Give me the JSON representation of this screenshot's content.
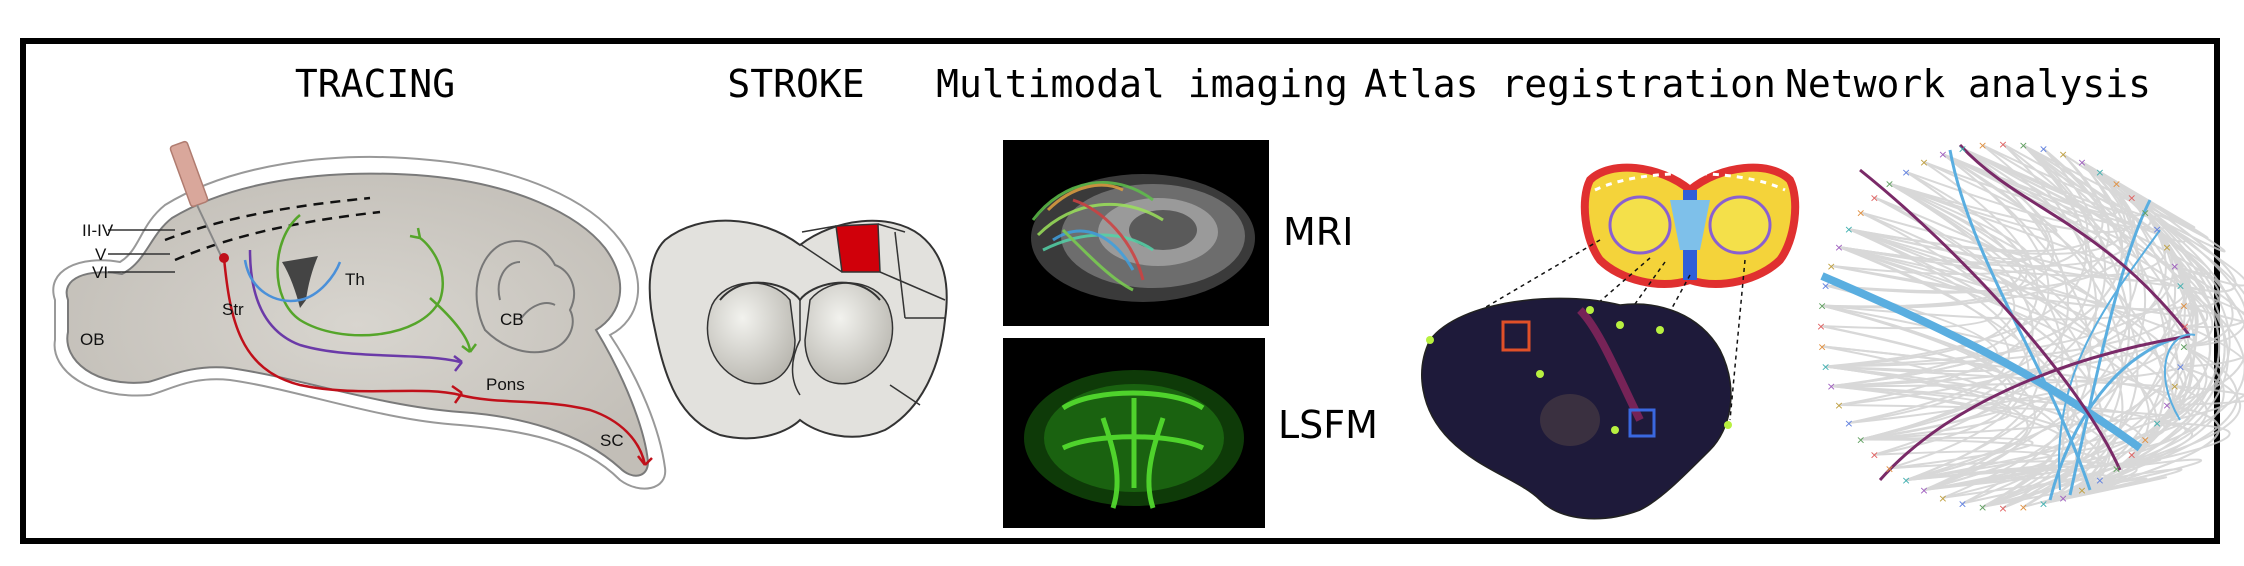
{
  "sections": {
    "tracing": "TRACING",
    "stroke": "STROKE",
    "multimodal": "Multimodal imaging",
    "atlas": "Atlas registration",
    "network": "Network analysis"
  },
  "tracing_labels": {
    "layers_2_4": "II-IV",
    "layer_5": "V",
    "layer_6": "VI",
    "ob": "OB",
    "str": "Str",
    "th": "Th",
    "cb": "CB",
    "pons": "Pons",
    "sc": "SC"
  },
  "modalities": {
    "mri": "MRI",
    "lsfm": "LSFM"
  },
  "colors": {
    "frame": "#000000",
    "stroke_lesion": "#d0000a",
    "tract_red": "#c0101a",
    "tract_green": "#55a52a",
    "tract_blue": "#4a90d9",
    "tract_purple": "#6b3aa8",
    "network_blue": "#5aaee0",
    "network_purple": "#7a2a68",
    "network_grey": "#cfcfcf"
  }
}
